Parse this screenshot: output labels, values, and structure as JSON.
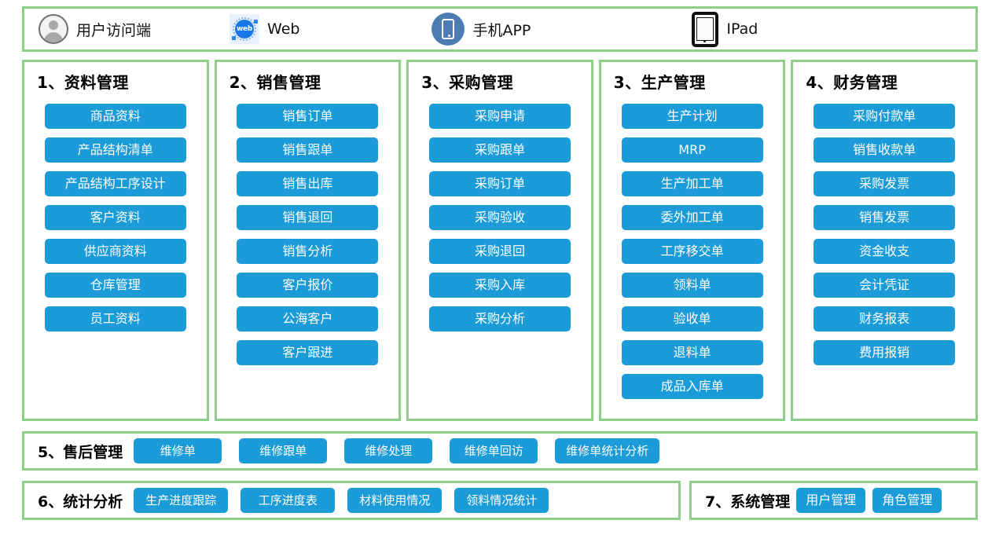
{
  "access_bar": {
    "items": [
      {
        "icon": "user-circle-icon",
        "label": "用户访问端"
      },
      {
        "icon": "web-globe-icon",
        "label": "Web",
        "icon_text": "web"
      },
      {
        "icon": "mobile-phone-icon",
        "label": "手机APP"
      },
      {
        "icon": "ipad-tablet-icon",
        "label": "IPad"
      }
    ]
  },
  "columns": [
    {
      "title": "1、资料管理",
      "buttons": [
        "商品资料",
        "产品结构清单",
        "产品结构工序设计",
        "客户资料",
        "供应商资料",
        "仓库管理",
        "员工资料"
      ]
    },
    {
      "title": "2、销售管理",
      "buttons": [
        "销售订单",
        "销售跟单",
        "销售出库",
        "销售退回",
        "销售分析",
        "客户报价",
        "公海客户",
        "客户跟进"
      ]
    },
    {
      "title": "3、采购管理",
      "buttons": [
        "采购申请",
        "采购跟单",
        "采购订单",
        "采购验收",
        "采购退回",
        "采购入库",
        "采购分析"
      ]
    },
    {
      "title": "3、生产管理",
      "buttons": [
        "生产计划",
        "MRP",
        "生产加工单",
        "委外加工单",
        "工序移交单",
        "领料单",
        "验收单",
        "退料单",
        "成品入库单"
      ]
    },
    {
      "title": "4、财务管理",
      "buttons": [
        "采购付款单",
        "销售收款单",
        "采购发票",
        "销售发票",
        "资金收支",
        "会计凭证",
        "财务报表",
        "费用报销"
      ]
    }
  ],
  "section5": {
    "title": "5、售后管理",
    "buttons": [
      "维修单",
      "维修跟单",
      "维修处理",
      "维修单回访",
      "维修单统计分析"
    ]
  },
  "section6": {
    "title": "6、统计分析",
    "buttons": [
      "生产进度跟踪",
      "工序进度表",
      "材料使用情况",
      "领料情况统计"
    ]
  },
  "section7": {
    "title": "7、系统管理",
    "buttons": [
      "用户管理",
      "角色管理"
    ]
  },
  "colors": {
    "button_blue": "#1b9bd8",
    "border_green": "#8ed08a",
    "background": "#ffffff",
    "title_text": "#000000",
    "button_text": "#ffffff"
  }
}
